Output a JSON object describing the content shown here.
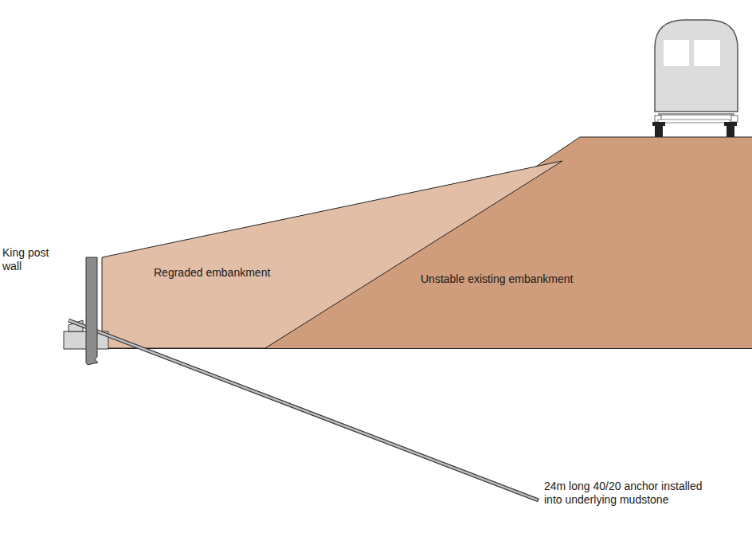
{
  "diagram": {
    "nodes": [
      {
        "text": [
          "Regraded embankment"
        ]
      },
      {
        "text": [
          "Unstable existing embankment"
        ]
      }
    ],
    "labels": [
      "King post wall",
      "24m long 40/20 anchor installed into underlying mudstone"
    ]
  }
}
